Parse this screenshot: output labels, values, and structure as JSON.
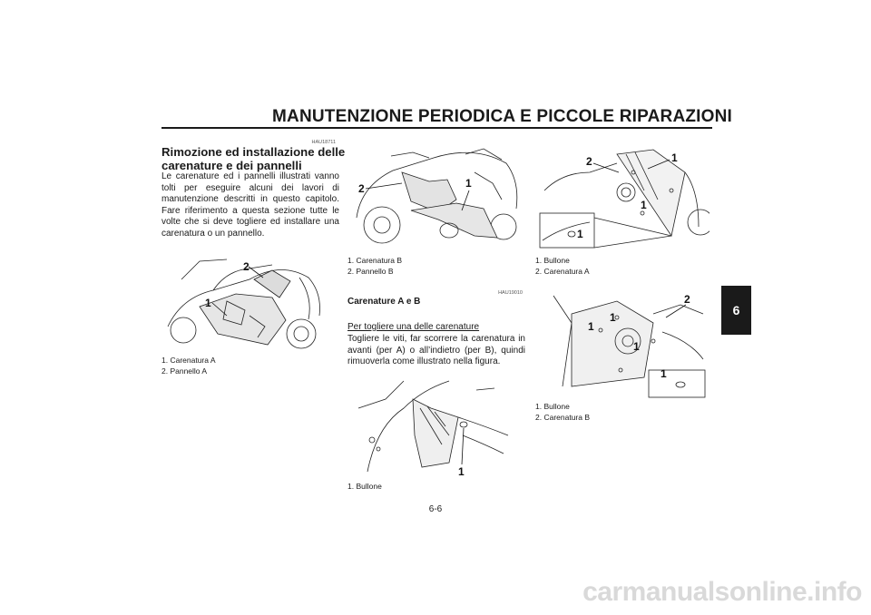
{
  "header": {
    "title": "MANUTENZIONE PERIODICA E PICCOLE RIPARAZIONI",
    "chapter": "6",
    "page_number": "6-6"
  },
  "section1": {
    "code": "HAU18711",
    "title_line1": "Rimozione ed installazione delle",
    "title_line2": "carenature e dei pannelli",
    "body": "Le carenature ed i pannelli illustrati vanno tolti per eseguire alcuni dei lavori di manutenzione descritti in questo capitolo. Fare riferimento a questa sezione tutte le volte che si deve togliere ed installare una carenatura o un pannello."
  },
  "section2": {
    "code": "HAU19010",
    "title": "Carenature A e B",
    "removal_title": "Per togliere una delle carenature",
    "removal_body": "Togliere le viti, far scorrere la carenatura in avanti (per A) o all’indietro (per B), quindi rimuoverla come illustrato nella figura."
  },
  "figures": {
    "fig1": {
      "callouts": [
        "2",
        "1"
      ],
      "captions": [
        "1. Carenatura A",
        "2. Pannello A"
      ]
    },
    "fig2": {
      "callouts": [
        "2",
        "1"
      ],
      "captions": [
        "1. Carenatura B",
        "2. Pannello B"
      ]
    },
    "fig3": {
      "callouts": [
        "1"
      ],
      "captions": [
        "1. Bullone"
      ]
    },
    "fig4": {
      "callouts": [
        "2",
        "1",
        "1",
        "1"
      ],
      "captions": [
        "1. Bullone",
        "2. Carenatura A"
      ]
    },
    "fig5": {
      "callouts": [
        "2",
        "1",
        "1",
        "1",
        "1"
      ],
      "captions": [
        "1. Bullone",
        "2. Carenatura B"
      ]
    }
  },
  "watermark": "carmanualsonline.info"
}
